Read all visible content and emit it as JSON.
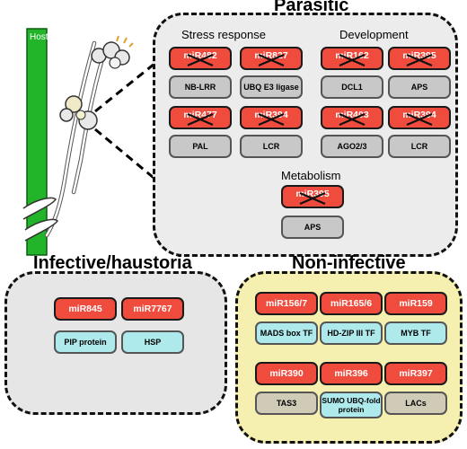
{
  "host_label": "Host",
  "panels": {
    "parasitic": {
      "title": "Parasitic",
      "sections": {
        "stress": "Stress response",
        "development": "Development",
        "metabolism": "Metabolism"
      },
      "stress_pairs": [
        {
          "mir": "miR482",
          "target": "NB-LRR"
        },
        {
          "mir": "miR827",
          "target": "UBQ E3 ligase"
        },
        {
          "mir": "miR477",
          "target": "PAL"
        },
        {
          "mir": "miR394",
          "target": "LCR"
        }
      ],
      "development_pairs": [
        {
          "mir": "miR162",
          "target": "DCL1"
        },
        {
          "mir": "miR395",
          "target": "APS"
        },
        {
          "mir": "miR403",
          "target": "AGO2/3"
        },
        {
          "mir": "miR394",
          "target": "LCR"
        }
      ],
      "metabolism_pairs": [
        {
          "mir": "miR395",
          "target": "APS"
        }
      ]
    },
    "infective": {
      "title": "Infective/haustoria",
      "pairs": [
        {
          "mir": "miR845",
          "target": "PIP protein"
        },
        {
          "mir": "miR7767",
          "target": "HSP"
        }
      ]
    },
    "noninfective": {
      "title": "Non-infective",
      "pairs": [
        {
          "mir": "miR156/7",
          "target": "MADS box TF"
        },
        {
          "mir": "miR165/6",
          "target": "HD-ZIP III TF"
        },
        {
          "mir": "miR159",
          "target": "MYB TF"
        },
        {
          "mir": "miR390",
          "target": "TAS3"
        },
        {
          "mir": "miR396",
          "target": "SUMO UBQ-fold protein"
        },
        {
          "mir": "miR397",
          "target": "LACs"
        }
      ]
    }
  },
  "colors": {
    "mirna": "#f04c3e",
    "target_gray": "#c8c8c8",
    "target_cyan": "#aee9ec",
    "target_tan": "#cfcbb7",
    "host_stem": "#22b52a",
    "parasitic_bg": "#ececec",
    "infective_bg": "#e6e6e6",
    "noninfective_bg": "#f5f0b0"
  }
}
